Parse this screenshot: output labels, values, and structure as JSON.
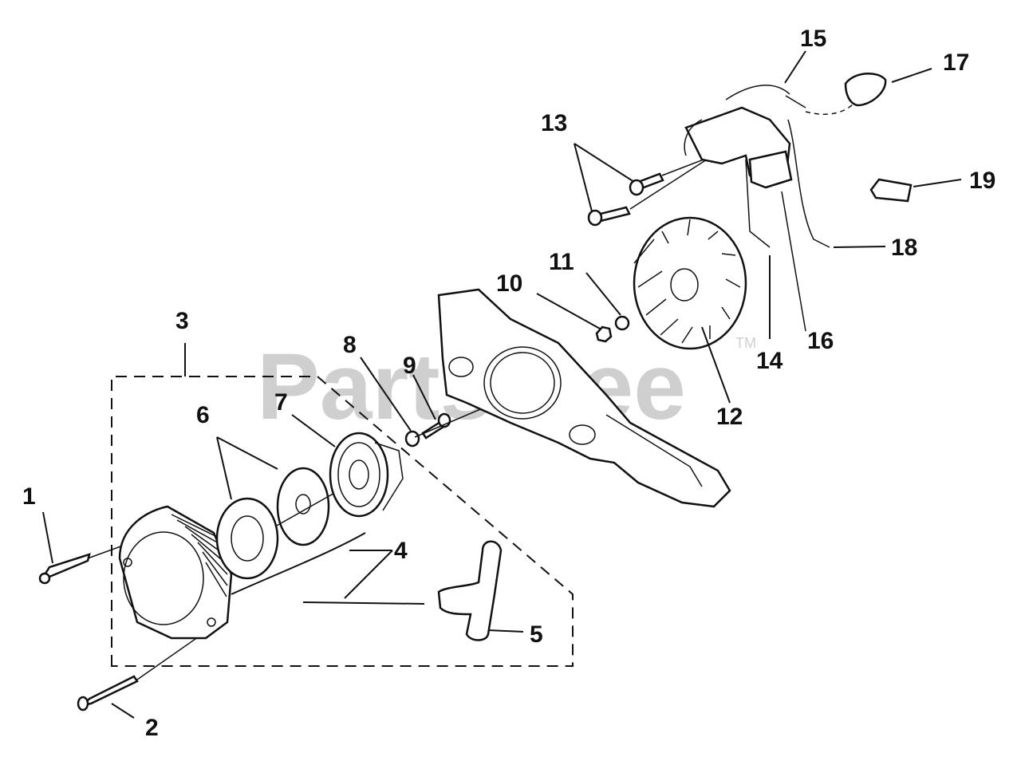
{
  "watermark": {
    "text": "PartsTree",
    "trademark": "TM"
  },
  "callouts": {
    "c1": "1",
    "c2": "2",
    "c3": "3",
    "c4": "4",
    "c5": "5",
    "c6": "6",
    "c7": "7",
    "c8": "8",
    "c9": "9",
    "c10": "10",
    "c11": "11",
    "c12": "12",
    "c13": "13",
    "c14": "14",
    "c15": "15",
    "c16": "16",
    "c17": "17",
    "c18": "18",
    "c19": "19"
  }
}
